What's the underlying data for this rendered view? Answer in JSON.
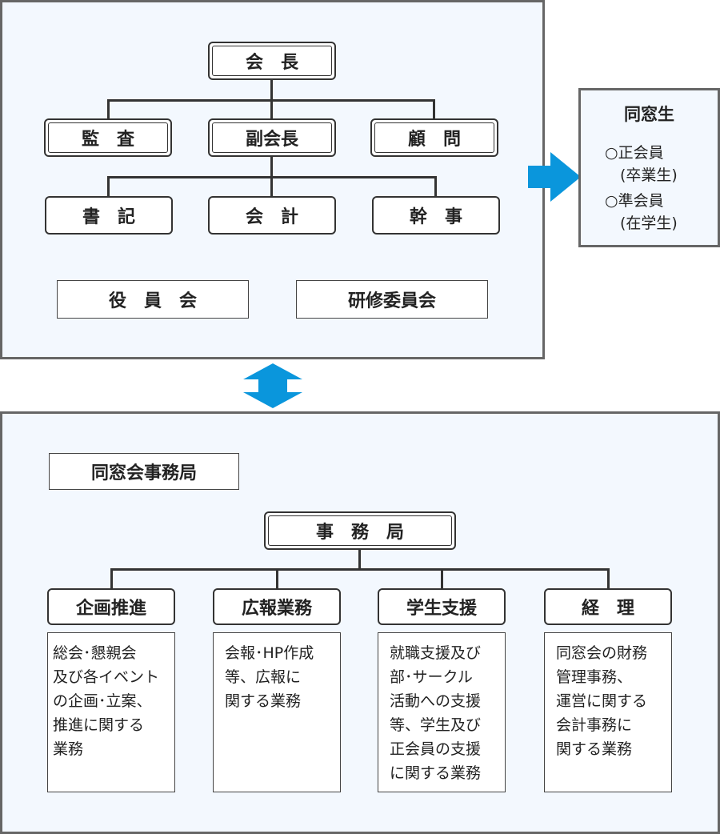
{
  "top": {
    "president": "会　長",
    "row1": [
      "監　査",
      "副会長",
      "顧　問"
    ],
    "row2": [
      "書　記",
      "会　計",
      "幹　事"
    ],
    "boards": [
      "役　員　会",
      "研修委員会"
    ]
  },
  "alumni": {
    "title": "同窓生",
    "items": [
      "○正会員\n　(卒業生)",
      "○準会員\n　(在学生)"
    ]
  },
  "office": {
    "label": "同窓会事務局",
    "head": "事　務　局",
    "depts": [
      {
        "name": "企画推進",
        "desc": "総会･懇親会\n及び各イベント\nの企画･立案、\n推進に関する\n業務"
      },
      {
        "name": "広報業務",
        "desc": "会報･HP作成\n等、広報に\n関する業務"
      },
      {
        "name": "学生支援",
        "desc": "就職支援及び\n部･サークル\n活動への支援\n等、学生及び\n正会員の支援\nに関する業務"
      },
      {
        "name": "経　理",
        "desc": "同窓会の財務\n管理事務、\n運営に関する\n会計事務に\n関する業務"
      }
    ]
  },
  "colors": {
    "panel_bg": "#f3f8fe",
    "arrow": "#0a96dc",
    "border": "#666666"
  }
}
